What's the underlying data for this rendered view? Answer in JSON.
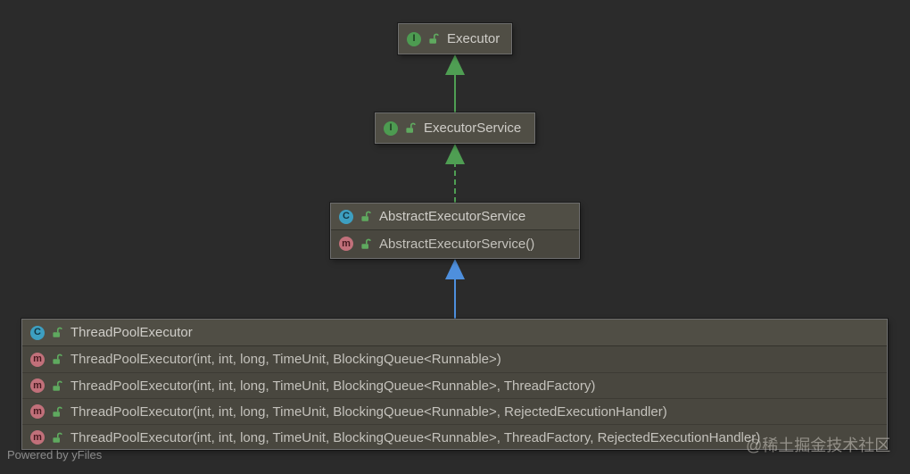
{
  "diagram": {
    "tool_footer": "Powered by yFiles",
    "watermark": "@稀土掘金技术社区",
    "icon_letters": {
      "interface": "I",
      "class": "C",
      "method": "m"
    },
    "colors": {
      "background": "#2b2b2b",
      "node_fill": "#49473f",
      "node_header_fill": "#504e45",
      "node_border": "#6e6e6e",
      "text": "#c4c2bc",
      "interface_icon": "#4d9b51",
      "class_icon": "#3d9fc1",
      "method_icon": "#c1707a",
      "public_lock_icon": "#5fa95f",
      "interface_extends_arrow": "#4f9e53",
      "implements_arrow": "#4f9e53",
      "class_extends_arrow": "#4e8fdd"
    },
    "nodes": [
      {
        "title": "Executor",
        "kind": "interface",
        "members": []
      },
      {
        "title": "ExecutorService",
        "kind": "interface",
        "members": []
      },
      {
        "title": "AbstractExecutorService",
        "kind": "class",
        "members": [
          {
            "label": "AbstractExecutorService()",
            "kind": "constructor"
          }
        ]
      },
      {
        "title": "ThreadPoolExecutor",
        "kind": "class",
        "members": [
          {
            "label": "ThreadPoolExecutor(int, int, long, TimeUnit, BlockingQueue<Runnable>)",
            "kind": "constructor"
          },
          {
            "label": "ThreadPoolExecutor(int, int, long, TimeUnit, BlockingQueue<Runnable>, ThreadFactory)",
            "kind": "constructor"
          },
          {
            "label": "ThreadPoolExecutor(int, int, long, TimeUnit, BlockingQueue<Runnable>, RejectedExecutionHandler)",
            "kind": "constructor"
          },
          {
            "label": "ThreadPoolExecutor(int, int, long, TimeUnit, BlockingQueue<Runnable>, ThreadFactory, RejectedExecutionHandler)",
            "kind": "constructor"
          }
        ]
      }
    ],
    "edges": [
      {
        "from": "ExecutorService",
        "to": "Executor",
        "type": "extends",
        "style": "solid",
        "color": "green"
      },
      {
        "from": "AbstractExecutorService",
        "to": "ExecutorService",
        "type": "implements",
        "style": "dashed",
        "color": "green"
      },
      {
        "from": "ThreadPoolExecutor",
        "to": "AbstractExecutorService",
        "type": "extends",
        "style": "solid",
        "color": "blue"
      }
    ]
  }
}
